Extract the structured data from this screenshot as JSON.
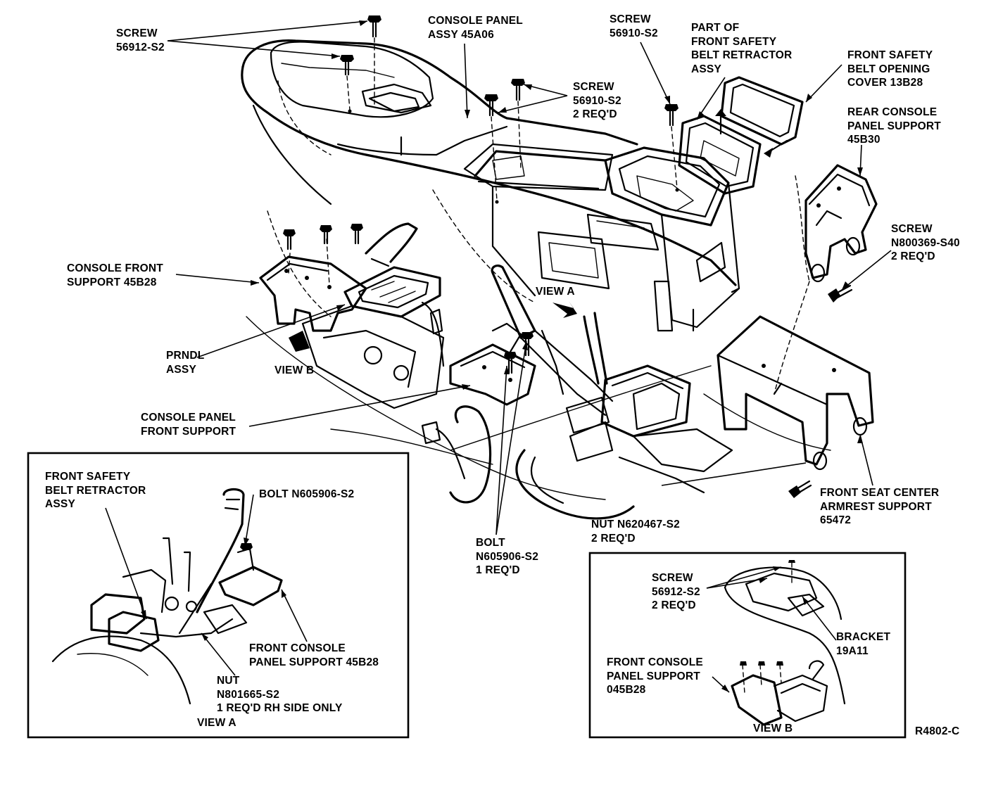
{
  "callouts": {
    "screw_56912": [
      "SCREW",
      "56912-S2"
    ],
    "console_panel": [
      "CONSOLE PANEL",
      "ASSY 45A06"
    ],
    "screw_56910_a": [
      "SCREW",
      "56910-S2",
      "2 REQ'D"
    ],
    "screw_56910_b": [
      "SCREW",
      "56910-S2"
    ],
    "retractor_part": [
      "PART OF",
      "FRONT SAFETY",
      "BELT RETRACTOR",
      "ASSY"
    ],
    "belt_cover": [
      "FRONT SAFETY",
      "BELT OPENING",
      "COVER 13B28"
    ],
    "rear_support": [
      "REAR CONSOLE",
      "PANEL SUPPORT",
      "45B30"
    ],
    "screw_n800369": [
      "SCREW",
      "N800369-S40",
      "2 REQ'D"
    ],
    "console_front_support": [
      "CONSOLE FRONT",
      "SUPPORT 45B28"
    ],
    "view_a": [
      "VIEW A"
    ],
    "prndl": [
      "PRNDL",
      "ASSY"
    ],
    "view_b": [
      "VIEW B"
    ],
    "panel_front_support": [
      "CONSOLE PANEL",
      "FRONT SUPPORT"
    ],
    "armrest_support": [
      "FRONT SEAT CENTER",
      "ARMREST SUPPORT",
      "65472"
    ],
    "nut_n620467": [
      "NUT N620467-S2",
      "2 REQ'D"
    ],
    "bolt_n605906": [
      "BOLT",
      "N605906-S2",
      "1 REQ'D"
    ]
  },
  "inset_a": {
    "retractor": [
      "FRONT SAFETY",
      "BELT RETRACTOR",
      "ASSY"
    ],
    "bolt": [
      "BOLT N605906-S2"
    ],
    "front_console_support": [
      "FRONT CONSOLE",
      "PANEL SUPPORT 45B28"
    ],
    "nut": [
      "NUT",
      "N801665-S2",
      "1 REQ'D RH SIDE ONLY"
    ],
    "caption": [
      "VIEW A"
    ]
  },
  "inset_b": {
    "screw": [
      "SCREW",
      "56912-S2",
      "2 REQ'D"
    ],
    "bracket": [
      "BRACKET",
      "19A11"
    ],
    "front_console_support": [
      "FRONT CONSOLE",
      "PANEL SUPPORT",
      "045B28"
    ],
    "caption": [
      "VIEW B"
    ]
  },
  "figure_code": [
    "R4802-C"
  ]
}
